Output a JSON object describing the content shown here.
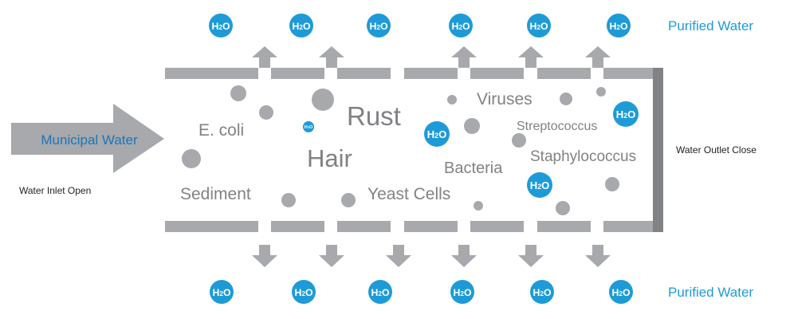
{
  "inlet": {
    "arrow_label": "Municipal Water",
    "caption": "Water Inlet Open"
  },
  "outlet": {
    "caption": "Water Outlet Close"
  },
  "outputs": {
    "top_label": "Purified Water",
    "bottom_label": "Purified Water",
    "molecule_label": "H2O"
  },
  "contaminants": {
    "ecoli": "E. coli",
    "rust": "Rust",
    "hair": "Hair",
    "sediment": "Sediment",
    "yeast": "Yeast Cells",
    "viruses": "Viruses",
    "streptococcus": "Streptococcus",
    "bacteria": "Bacteria",
    "staphylococcus": "Staphylococcus"
  },
  "colors": {
    "membrane": "#a7a9ac",
    "arrow": "#a7a9ac",
    "particle": "#a7a9ac",
    "text_gray": "#808285",
    "accent_blue": "#1e9bd7",
    "inlet_text_blue": "#1b75bb",
    "dark_text": "#231f20"
  }
}
